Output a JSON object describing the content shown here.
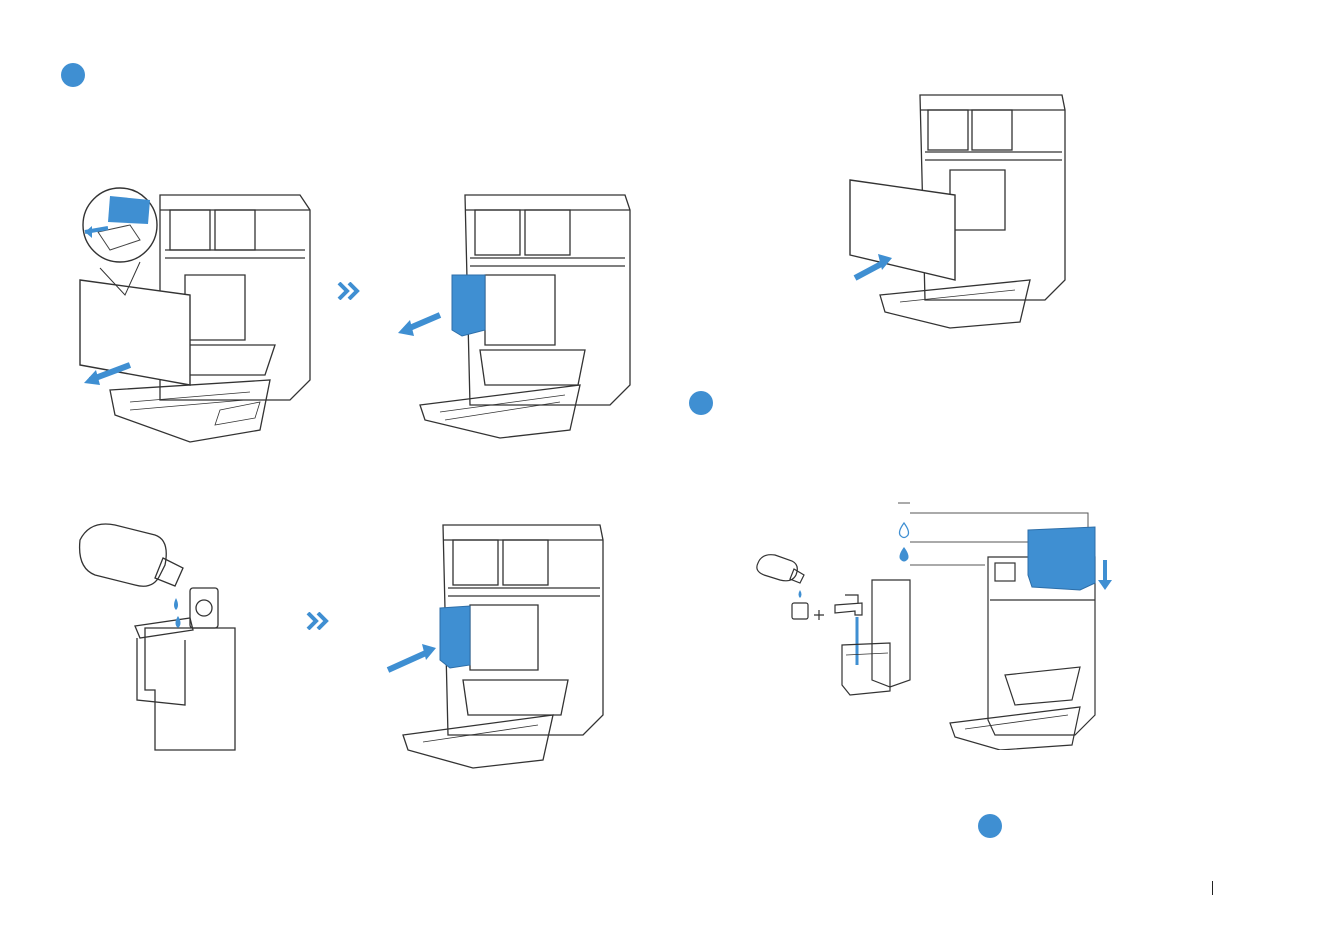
{
  "colors": {
    "accent": "#3f8fd2",
    "accent_dark": "#2d6ea8",
    "line": "#333333",
    "line_light": "#8a8a8a"
  },
  "step_markers": [
    {
      "name": "step-marker-1",
      "label": ""
    },
    {
      "name": "step-marker-2",
      "label": ""
    },
    {
      "name": "step-marker-3",
      "label": ""
    }
  ],
  "icons": [
    "chevron-double-right-icon",
    "water-drop-outline-icon",
    "water-drop-filled-icon",
    "arrow-down-icon",
    "plus-icon"
  ],
  "plus_sign": "+"
}
